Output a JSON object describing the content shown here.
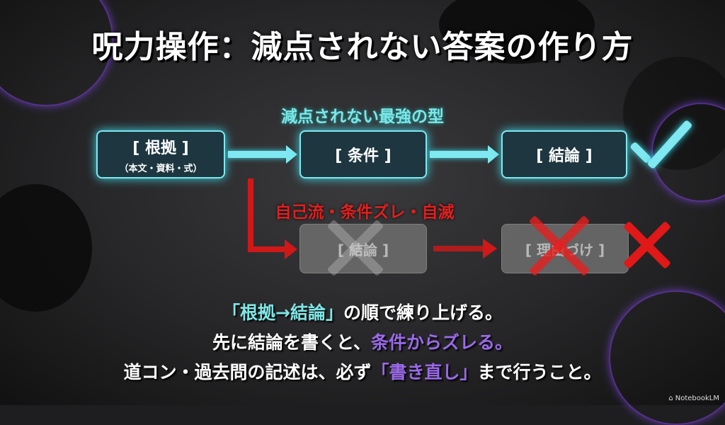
{
  "title": "呪力操作：減点されない答案の作り方",
  "diagram": {
    "subtitle": "減点されない最強の型",
    "good_boxes": [
      {
        "label": "[ 根拠 ]",
        "sub": "（本文・資料・式）"
      },
      {
        "label": "[ 条件 ]"
      },
      {
        "label": "[ 結論 ]"
      }
    ],
    "bad_label": "自己流・条件ズレ・自滅",
    "bad_boxes": [
      {
        "label": "[ 結論 ]"
      },
      {
        "label": "[ 理由づけ ]"
      }
    ]
  },
  "message": {
    "line1_highlight": "「根拠→結論」",
    "line1_rest": "の順で練り上げる。",
    "line2_pre": "先に結論を書くと、",
    "line2_highlight": "条件からズレる。",
    "line3_pre": "道コン・過去問の記述は、必ず",
    "line3_highlight": "「書き直し」",
    "line3_post": "まで行うこと。"
  },
  "watermark": "NotebookLM",
  "colors": {
    "cyan": "#7fe6e6",
    "purple": "#9a6ae8",
    "red": "#d01818"
  }
}
